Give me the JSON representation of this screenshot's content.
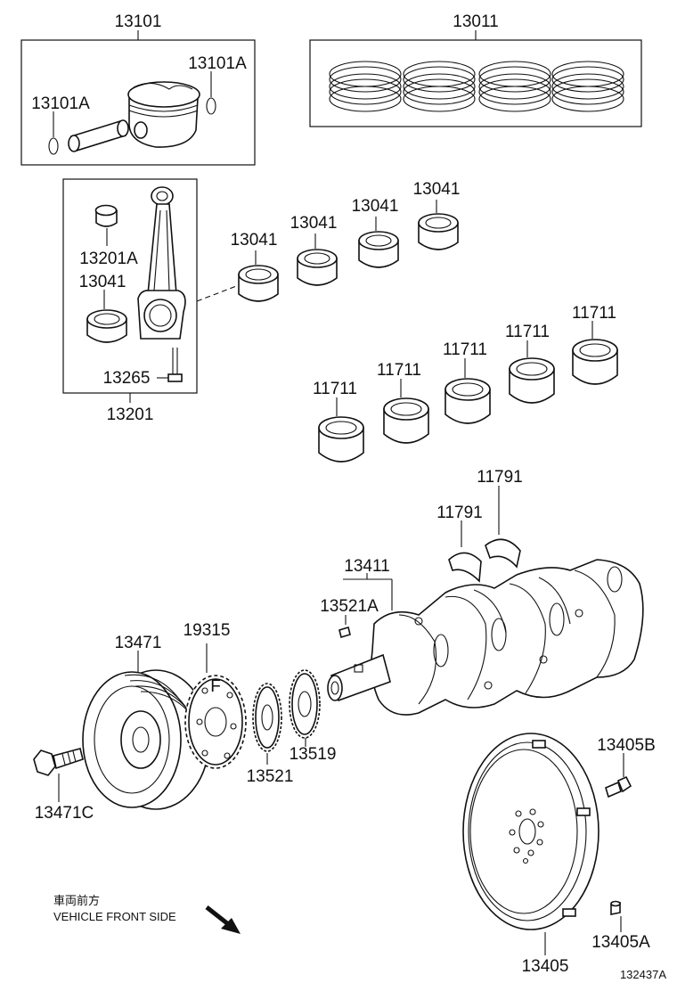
{
  "labels": {
    "piston_set": "13101",
    "piston_ring_set": "13011",
    "snap_ring_right": "13101A",
    "snap_ring_left": "13101A",
    "conrod_assy": "13201",
    "conrod_bushing": "13201A",
    "conrod_bearing_inset": "13041",
    "conrod_bolt": "13265",
    "conrod_bearing_1": "13041",
    "conrod_bearing_2": "13041",
    "conrod_bearing_3": "13041",
    "conrod_bearing_4": "13041",
    "main_bearing_1": "11711",
    "main_bearing_2": "11711",
    "main_bearing_3": "11711",
    "main_bearing_4": "11711",
    "main_bearing_5": "11711",
    "thrust_washer_upper": "11791",
    "thrust_washer_lower": "11791",
    "crankshaft": "13411",
    "crank_key": "13521A",
    "crank_pulley": "13471",
    "signal_plate": "19315",
    "crank_sprocket": "13521",
    "balancer_gear": "13519",
    "pulley_bolt": "13471C",
    "flywheel": "13405",
    "flywheel_bolt": "13405B",
    "flywheel_pin": "13405A",
    "sprocket_mark": "F"
  },
  "direction": {
    "japanese": "車両前方",
    "english": "VEHICLE FRONT SIDE"
  },
  "figure_id": "132437A"
}
